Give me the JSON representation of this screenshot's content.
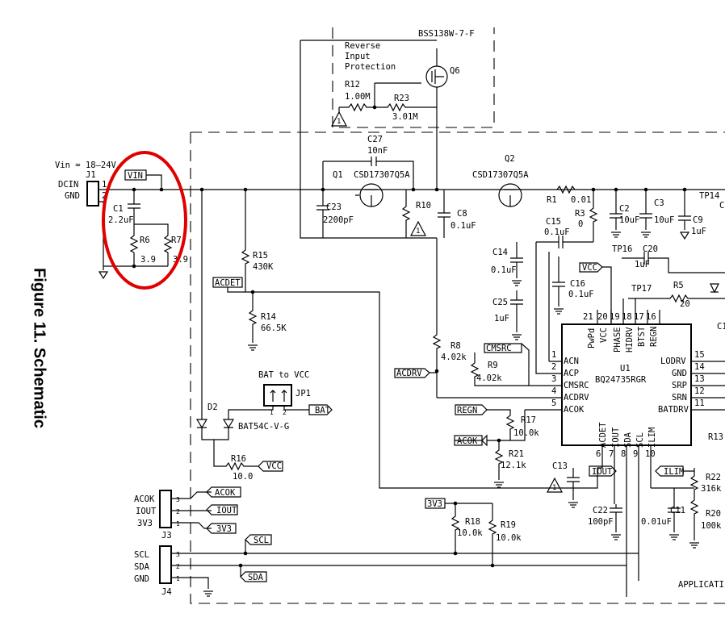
{
  "figure_title": "Figure 11. Schematic",
  "highlight_color": "#e00000",
  "labels": {
    "vin_range": "Vin = 18–24V",
    "dcin": "DCIN",
    "gnd": "GND",
    "j1": "J1",
    "pin1": "1",
    "pin2": "2",
    "vin_tag": "VIN",
    "c1": "C1",
    "c1v": "2.2uF",
    "r6": "R6",
    "r6v": "3.9",
    "r7": "R7",
    "r7v": "3.9",
    "bss": "BSS138W-7-F",
    "rev1": "Reverse",
    "rev2": "Input",
    "rev3": "Protection",
    "q6": "Q6",
    "r12": "R12",
    "r12v": "1.00M",
    "r23": "R23",
    "r23v": "3.01M",
    "c27": "C27",
    "c27v": "10nF",
    "q1": "Q1",
    "csd1": "CSD17307Q5A",
    "q2": "Q2",
    "csd2": "CSD17307Q5A",
    "c23": "C23",
    "c23v": "2200pF",
    "r10": "R10",
    "c8": "C8",
    "c8v": "0.1uF",
    "r1": "R1",
    "r1v": "0.01",
    "r3": "R3",
    "r3v": "0",
    "c2": "C2",
    "c2v": "10uF",
    "c3": "C3",
    "c3v": "10uF",
    "tp14": "TP14",
    "c9": "C9",
    "c9v": "1uF",
    "c15": "C15",
    "c15v": "0.1uF",
    "c14": "C14",
    "c14v": "0.1uF",
    "tp16": "TP16",
    "c20": "C20",
    "c20v": "1uF",
    "vcc": "VCC",
    "c16": "C16",
    "c16v": "0.1uF",
    "tp17": "TP17",
    "r5": "R5",
    "r5v": "20",
    "c25": "C25",
    "c25v": "1uF",
    "r15": "R15",
    "r15v": "430K",
    "acdet": "ACDET",
    "r14": "R14",
    "r14v": "66.5K",
    "r8": "R8",
    "r8v": "4.02k",
    "cmsrc": "CMSRC",
    "r9": "R9",
    "r9v": "4.02k",
    "acdrv": "ACDRV",
    "u1": "U1",
    "ic": "BQ24735RGR",
    "acn": "ACN",
    "acp": "ACP",
    "cmsrc_pin": "CMSRC",
    "acdrv_pin": "ACDRV",
    "acok_pin": "ACOK",
    "pwpd": "PwPd",
    "vcc_pin": "VCC",
    "phase": "PHASE",
    "hidrv": "HIDRV",
    "btst": "BTST",
    "regn": "REGN",
    "lodrv": "LODRV",
    "gnd_pin": "GND",
    "srp": "SRP",
    "srn": "SRN",
    "batdrv": "BATDRV",
    "acdet_pin": "ACDET",
    "iout_pin": "IOUT",
    "sda_pin": "SDA",
    "scl_pin": "SCL",
    "ilim_pin": "ILIM",
    "n1": "1",
    "n2": "2",
    "n3": "3",
    "n4": "4",
    "n5": "5",
    "n6": "6",
    "n7": "7",
    "n8": "8",
    "n9": "9",
    "n10": "10",
    "n11": "11",
    "n12": "12",
    "n13": "13",
    "n14": "14",
    "n15": "15",
    "n16": "16",
    "n17": "17",
    "n18": "18",
    "n19": "19",
    "n20": "20",
    "n21": "21",
    "c1_frag": "C1",
    "r13_frag": "R13",
    "bat_to_vcc": "BAT to VCC",
    "jp1": "JP1",
    "bat": "BAT",
    "d2": "D2",
    "bat54": "BAT54C-V-G",
    "r16": "R16",
    "r16v": "10.0",
    "regn_tag": "REGN",
    "r17": "R17",
    "r17v": "10.0k",
    "acok_tag": "ACOK",
    "r21": "R21",
    "r21v": "12.1k",
    "c13": "C13",
    "iout_tag": "IOUT",
    "c22": "C22",
    "c22v": "100pF",
    "ilim_tag": "ILIM",
    "r22": "R22",
    "r22v": "316k",
    "c11": "C11",
    "c11v": "0.01uF",
    "r20": "R20",
    "r20v": "100k",
    "acok_j3": "ACOK",
    "iout_j3": "IOUT",
    "v3v3_j3": "3V3",
    "j3": "J3",
    "acok_tag2": "ACOK",
    "iout_tag2": "IOUT",
    "v3v3_tag2": "3V3",
    "v3v3_tag": "3V3",
    "r18": "R18",
    "r18v": "10.0k",
    "r19": "R19",
    "r19v": "10.0k",
    "scl_j4": "SCL",
    "sda_j4": "SDA",
    "gnd_j4": "GND",
    "j4": "J4",
    "scl_tag": "SCL",
    "sda_tag": "SDA",
    "applic": "APPLICATI",
    "c_frag": "C"
  }
}
